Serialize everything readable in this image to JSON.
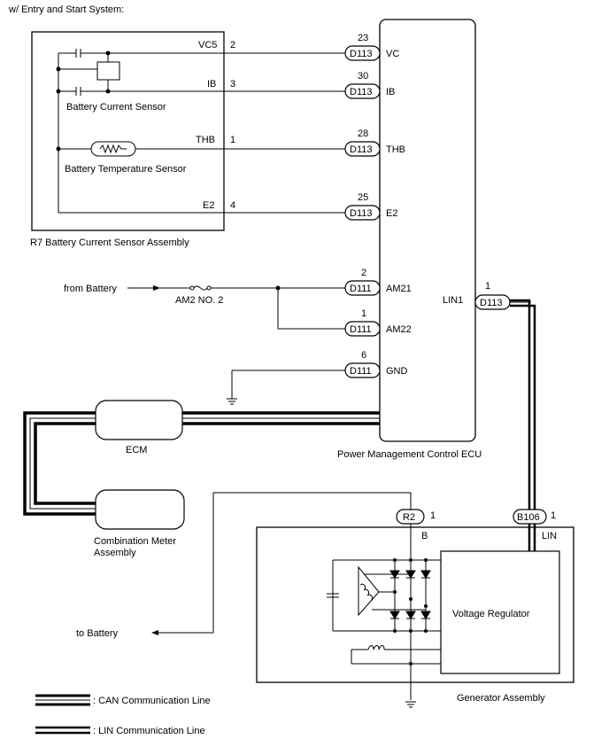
{
  "heading": "w/ Entry and Start System:",
  "sensor_assembly": {
    "name": "R7  Battery Current Sensor Assembly",
    "current_sensor": "Battery Current Sensor",
    "temp_sensor": "Battery Temperature Sensor",
    "terminals": [
      {
        "name": "VC5",
        "pin": "2"
      },
      {
        "name": "IB",
        "pin": "3"
      },
      {
        "name": "THB",
        "pin": "1"
      },
      {
        "name": "E2",
        "pin": "4"
      }
    ]
  },
  "ecu": {
    "name": "Power Management Control ECU",
    "terminals": [
      {
        "connector": "D113",
        "pin": "23",
        "name": "VC"
      },
      {
        "connector": "D113",
        "pin": "30",
        "name": "IB"
      },
      {
        "connector": "D113",
        "pin": "28",
        "name": "THB"
      },
      {
        "connector": "D113",
        "pin": "25",
        "name": "E2"
      },
      {
        "connector": "D111",
        "pin": "2",
        "name": "AM21"
      },
      {
        "connector": "D111",
        "pin": "1",
        "name": "AM22"
      },
      {
        "connector": "D111",
        "pin": "6",
        "name": "GND"
      }
    ],
    "lin": {
      "connector": "D113",
      "pin": "1",
      "name": "LIN1"
    }
  },
  "from_battery": "from Battery",
  "fuse": "AM2 NO. 2",
  "ecm": "ECM",
  "combination_meter": [
    "Combination Meter",
    "Assembly"
  ],
  "generator": {
    "name": "Generator Assembly",
    "regulator": "Voltage Regulator",
    "b_connector": {
      "connector": "R2",
      "pin": "1",
      "name": "B"
    },
    "lin_connector": {
      "connector": "B106",
      "pin": "1",
      "name": "LIN"
    }
  },
  "to_battery": "to Battery",
  "legend": {
    "can": ": CAN Communication Line",
    "lin": ": LIN Communication Line"
  }
}
